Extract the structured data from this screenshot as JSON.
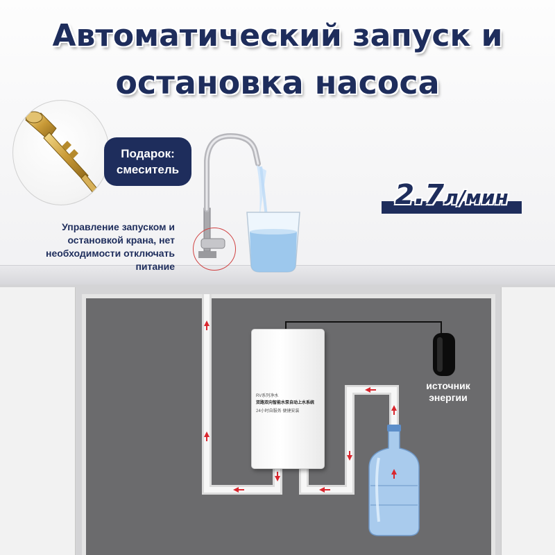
{
  "title_line1": "Автоматический запуск и",
  "title_line2": "остановка насоса",
  "gift_label_line1": "Подарок:",
  "gift_label_line2": "смеситель",
  "flow_rate_value": "2.7",
  "flow_rate_unit": "л/мин",
  "description_line1": "Управление запуском и",
  "description_line2": "остановкой крана, нет",
  "description_line3": "необходимости отключать",
  "description_line4": "питание",
  "pump_label_line1": "RV系列净水",
  "pump_label_line2": "双路双向智能水泵自动上水系统",
  "pump_label_line3": "24小时自服务 便捷安装",
  "power_source_line1": "источник",
  "power_source_line2": "энергии",
  "colors": {
    "title": "#1e2d5c",
    "accent_bar": "#1e2d5c",
    "arrow": "#d9262e",
    "cabinet_inner": "#6b6b6d"
  },
  "icons": [
    "faucet-icon",
    "water-glass-icon",
    "water-bottle-icon",
    "power-source-icon",
    "flow-arrow-icon",
    "mixer-fitting-icon",
    "pump-icon"
  ]
}
